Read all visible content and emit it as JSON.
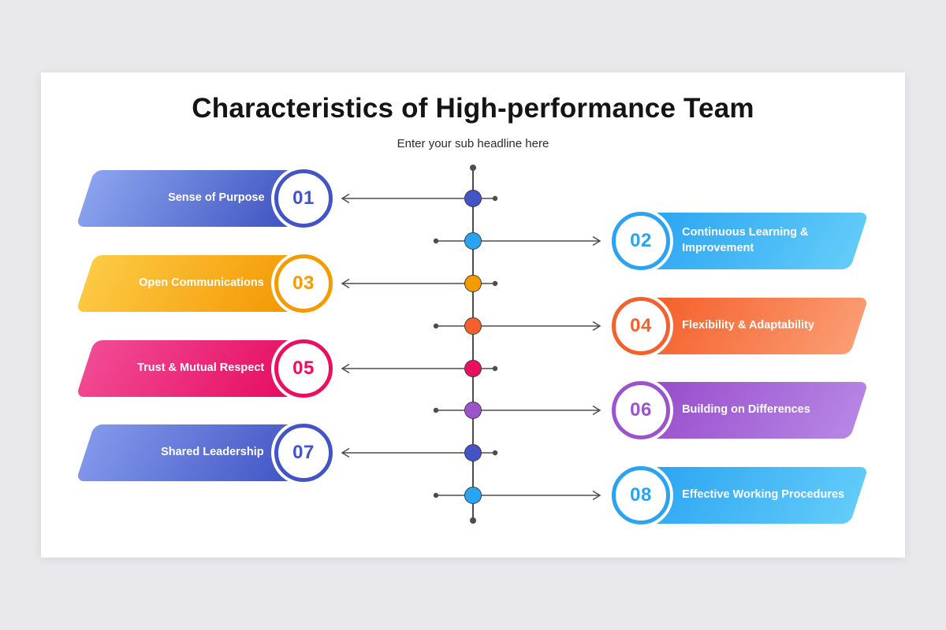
{
  "slide": {
    "title": "Characteristics of High-performance Team",
    "subtitle": "Enter your sub headline here",
    "background": "#e9e9ec",
    "card_color": "#ffffff",
    "axis_color": "#4d4d4d"
  },
  "items": [
    {
      "number": "01",
      "label": "Sense of Purpose",
      "side": "left",
      "colors": {
        "start": "#8ca4ee",
        "end": "#3c52c0",
        "accent": "#4254c6"
      }
    },
    {
      "number": "02",
      "label": "Continuous Learning & Improvement",
      "side": "right",
      "colors": {
        "start": "#2aa4f2",
        "end": "#63ccf9",
        "accent": "#2aa4f2"
      }
    },
    {
      "number": "03",
      "label": "Open Communications",
      "side": "left",
      "colors": {
        "start": "#fccb45",
        "end": "#f49600",
        "accent": "#f59b00"
      }
    },
    {
      "number": "04",
      "label": "Flexibility & Adaptability",
      "side": "right",
      "colors": {
        "start": "#f45e28",
        "end": "#fb9d74",
        "accent": "#f4612c"
      }
    },
    {
      "number": "05",
      "label": "Trust & Mutual Respect",
      "side": "left",
      "colors": {
        "start": "#f14b95",
        "end": "#e60b5f",
        "accent": "#ea0f60"
      }
    },
    {
      "number": "06",
      "label": "Building on Differences",
      "side": "right",
      "colors": {
        "start": "#984bca",
        "end": "#b687e5",
        "accent": "#9c54cd"
      }
    },
    {
      "number": "07",
      "label": "Shared Leadership",
      "side": "left",
      "colors": {
        "start": "#8399ea",
        "end": "#4153c4",
        "accent": "#4254c6"
      }
    },
    {
      "number": "08",
      "label": "Effective Working Procedures",
      "side": "right",
      "colors": {
        "start": "#2aa4f2",
        "end": "#63ccf9",
        "accent": "#2aa4f2"
      }
    }
  ]
}
